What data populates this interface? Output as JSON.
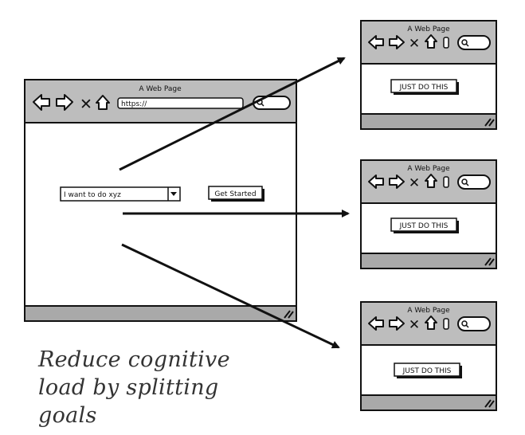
{
  "main_window": {
    "title": "A Web Page",
    "url": "https://",
    "dropdown_value": "I want to do xyz",
    "button_label": "Get Started"
  },
  "target_windows": [
    {
      "title": "A Web Page",
      "button_label": "JUST DO THIS"
    },
    {
      "title": "A Web Page",
      "button_label": "JUST DO THIS"
    },
    {
      "title": "A Web Page",
      "button_label": "JUST DO THIS"
    }
  ],
  "caption": "Reduce cognitive load by splitting goals",
  "colors": {
    "chrome": "#bdbdbd",
    "status_bar": "#a9a9a9",
    "stroke": "#111111",
    "background": "#ffffff"
  },
  "icons": [
    "back-arrow-icon",
    "forward-arrow-icon",
    "close-x-icon",
    "home-icon",
    "page-icon",
    "search-icon",
    "resize-grip-icon"
  ]
}
